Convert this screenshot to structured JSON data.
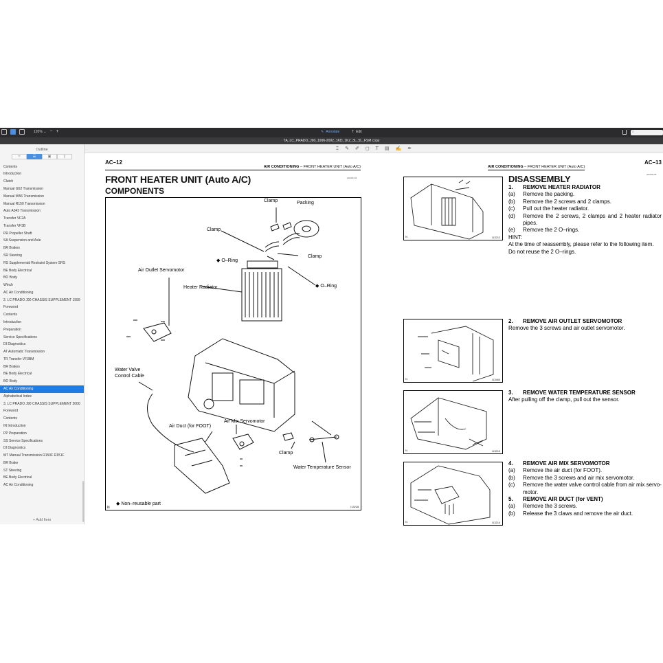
{
  "toolbar": {
    "zoom": "120%",
    "zoom_chevron": "⌄",
    "zoom_out": "−",
    "zoom_in": "+",
    "mode_annotate": "Annotate",
    "mode_edit": "Edit"
  },
  "window": {
    "title": "TA_LC_PRADO_J90_1996-2002_1KD_1KZ_3L_5L_FSM copy"
  },
  "sidebar": {
    "title": "Outline",
    "add_item": "+ Add Item",
    "items": [
      "Contents",
      "Introduction",
      "Clutch",
      "Manual G52 Transmission",
      "Manual W56 Transmission",
      "Manual R150 Transmission",
      "Auto A343 Transmission",
      "Transfer VF2A",
      "Transfer VF3B",
      "PR Propeller Shaft",
      "SA Suspension and Axle",
      "BR Brakes",
      "SR Steering",
      "RS Supplemental Restraint System SRS",
      "BE Body Electrical",
      "BO Body",
      "Winch",
      "AC Air Conditioning",
      "2. LC PRADO J90 CHASSIS SUPPLEMENT 1999",
      "Foreword",
      "Contents",
      "Introduction",
      "Preparation",
      "Service Specifications",
      "DI Diagnostics",
      "AT Automatic Transmission",
      "TR Transfer VF3BM",
      "BR Brakes",
      "BE Body Electrical",
      "BO Body",
      "AC Air Conditioning",
      "Alphabetical Index",
      "3. LC PRADO J90 CHASSIS SUPPLEMENT 2000",
      "Foreword",
      "Contents",
      "IN Introduction",
      "PP Preparation",
      "SS Service Specifications",
      "DI Diagnostics",
      "MT Manual Transmission R150F R151F",
      "BR Brake",
      "ST Steering",
      "BE Body Electrical",
      "AC Air Conditioning"
    ],
    "selected_index": 30
  },
  "left_page": {
    "page_number": "AC–12",
    "header_section": "AIR CONDITIONING",
    "header_dash": "–",
    "header_sub": "FRONT HEATER UNIT (Auto A/C)",
    "doc_code": "AC2CF-01",
    "title": "FRONT HEATER UNIT (Auto A/C)",
    "subtitle": "COMPONENTS",
    "labels": {
      "clamp_top": "Clamp",
      "packing": "Packing",
      "clamp_left": "Clamp",
      "oring_left": "◆ O–Ring",
      "clamp_right": "Clamp",
      "air_outlet_servo": "Air Outlet Servomotor",
      "heater_radiator": "Heater Radiator",
      "oring_right": "◆ O–Ring",
      "water_valve": "Water Valve",
      "control_cable": "Control Cable",
      "air_mix_servo": "Air Mix Servomotor",
      "air_duct_foot": "Air Duct (for FOOT)",
      "clamp_bottom": "Clamp",
      "water_temp_sensor": "Water Temperature Sensor",
      "non_reusable": "◆ Non–reusable part",
      "n_mark": "N",
      "fig_id": "I13228"
    }
  },
  "right_page": {
    "page_number": "AC–13",
    "header_section": "AIR CONDITIONING",
    "header_dash": "–",
    "header_sub": "FRONT HEATER UNIT (Auto A/C)",
    "doc_code": "AC2CG-01",
    "title": "DISASSEMBLY",
    "figures": [
      {
        "n": "N",
        "id": "I13212"
      },
      {
        "n": "N",
        "id": "I13460"
      },
      {
        "n": "N",
        "id": "I13213"
      },
      {
        "n": "N",
        "id": "I13214"
      }
    ],
    "steps": [
      {
        "number": "1.",
        "heading": "REMOVE HEATER RADIATOR",
        "lines": [
          {
            "l": "(a)",
            "t": "Remove the packing."
          },
          {
            "l": "(b)",
            "t": "Remove the 2 screws and 2 clamps."
          },
          {
            "l": "(c)",
            "t": "Pull out the heater radiator."
          },
          {
            "l": "(d)",
            "t": "Remove the 2 screws, 2 clamps and 2 heater radiator pipes."
          },
          {
            "l": "(e)",
            "t": "Remove the 2 O–rings."
          }
        ],
        "hint": "HINT:",
        "hint_text": "At the time of reassembly, please refer to the following item.",
        "hint_text2": "Do not reuse the 2 O–rings."
      },
      {
        "number": "2.",
        "heading": "REMOVE AIR OUTLET SERVOMOTOR",
        "text": "Remove the 3 screws and air outlet servomotor."
      },
      {
        "number": "3.",
        "heading": "REMOVE WATER TEMPERATURE SENSOR",
        "text": "After pulling off the clamp, pull out the sensor."
      },
      {
        "number": "4.",
        "heading": "REMOVE AIR MIX SERVOMOTOR",
        "lines": [
          {
            "l": "(a)",
            "t": "Remove the air duct (for FOOT)."
          },
          {
            "l": "(b)",
            "t": "Remove the 3 screws and air mix servomotor."
          },
          {
            "l": "(c)",
            "t": "Remove the water valve control cable from air mix servo- motor."
          }
        ]
      },
      {
        "number": "5.",
        "heading": "REMOVE AIR DUCT (for VENT)",
        "lines": [
          {
            "l": "(a)",
            "t": "Remove the 3 screws."
          },
          {
            "l": "(b)",
            "t": "Release the 3 claws and remove the air duct."
          }
        ]
      }
    ]
  }
}
